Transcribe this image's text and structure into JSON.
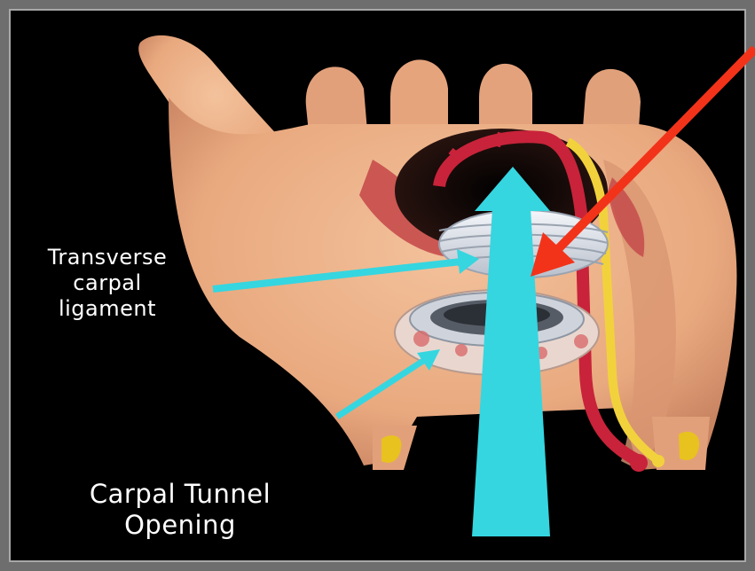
{
  "labels": {
    "ligament_line1": "Transverse",
    "ligament_line2": "carpal",
    "ligament_line3": "ligament",
    "opening_line1": "Carpal Tunnel",
    "opening_line2": "Opening"
  },
  "colors": {
    "skin": "#e9a97f",
    "skin_shadow": "#c98462",
    "muscle": "#c64b4b",
    "ligament": "#dfe3ea",
    "artery": "#c8233a",
    "nerve": "#f2d23c",
    "cyan_arrow": "#35d6e0",
    "red_arrow": "#f2331a",
    "frame": "#6e6e6e",
    "background": "#000000"
  }
}
